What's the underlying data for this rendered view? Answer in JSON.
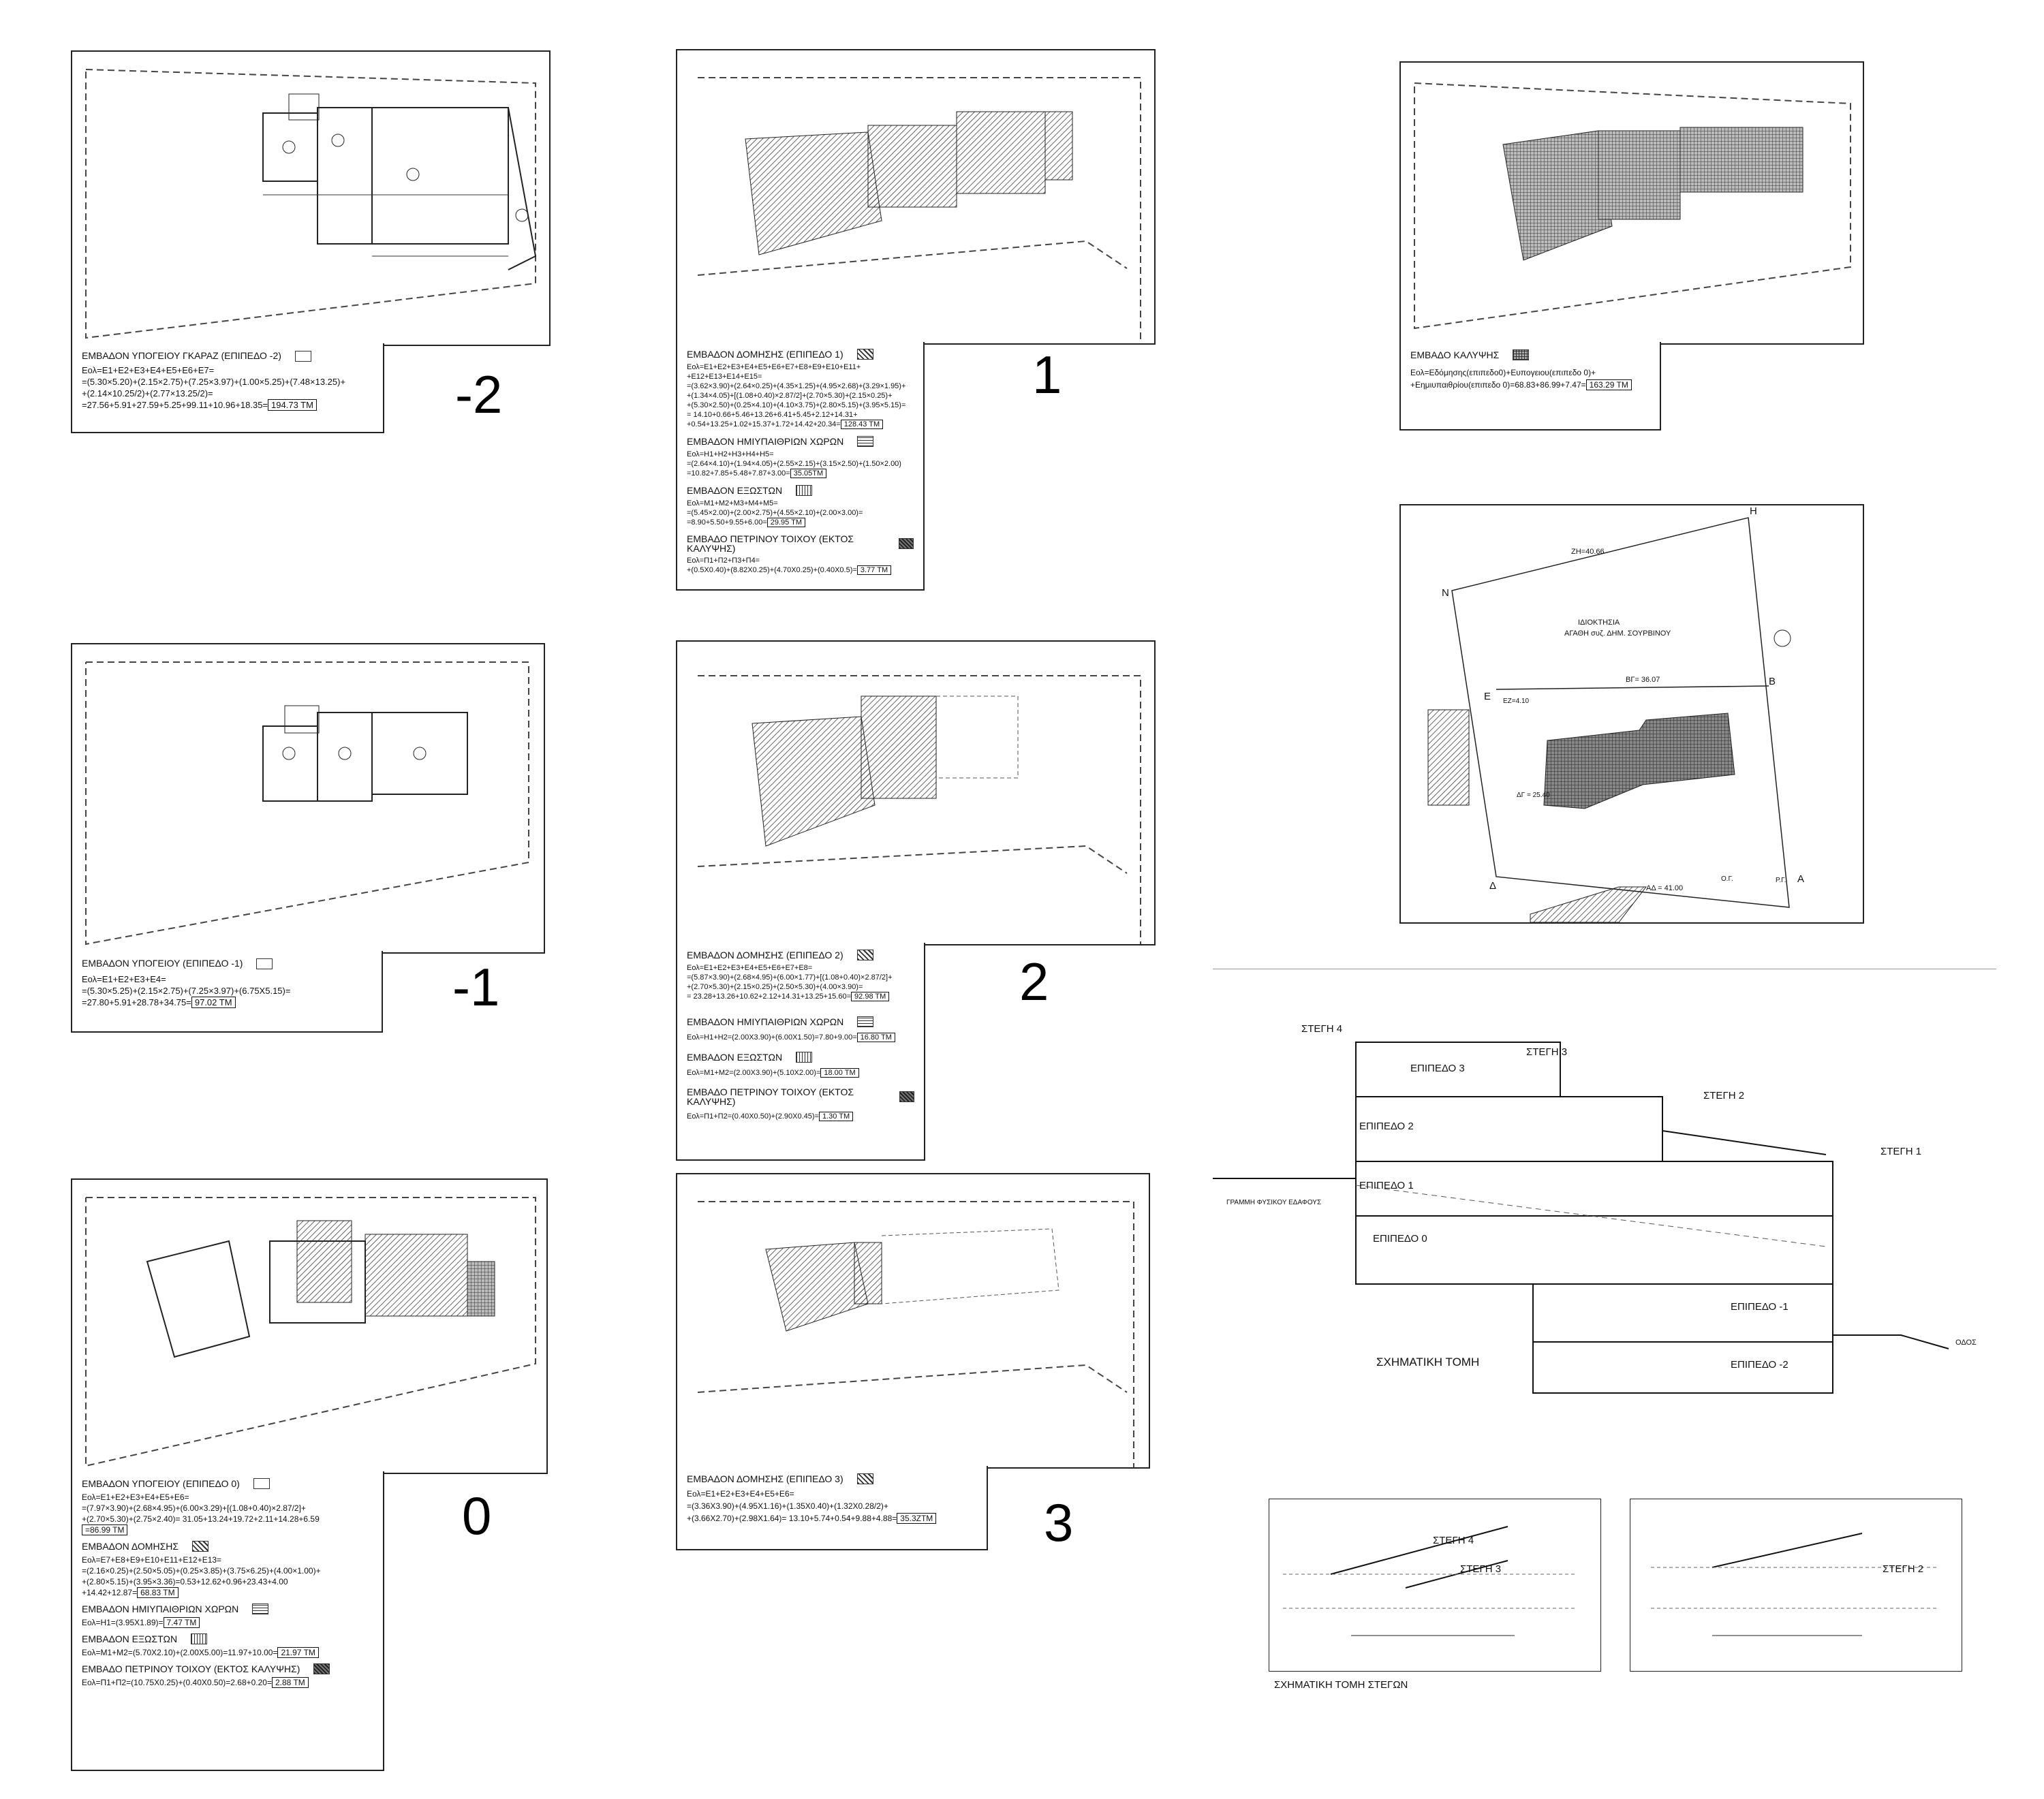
{
  "sheets": {
    "s_minus2": {
      "number": "-2",
      "legend": [
        {
          "title": "ΕΜΒΑΔΟΝ ΥΠΟΓΕΙΟΥ ΓΚΑΡΑΖ (ΕΠΙΠΕΔΟ -2)",
          "swatch": "white",
          "lines": [
            "Εολ=Ε1+Ε2+Ε3+Ε4+Ε5+Ε6+Ε7=",
            "=(5.30×5.20)+(2.15×2.75)+(7.25×3.97)+(1.00×5.25)+(7.48×13.25)+",
            "+(2.14×10.25/2)+(2.77×13.25/2)=",
            "=27.56+5.91+27.59+5.25+99.11+10.96+18.35="
          ],
          "result": "194.73 ΤΜ"
        }
      ]
    },
    "s_minus1": {
      "number": "-1",
      "legend": [
        {
          "title": "ΕΜΒΑΔΟΝ ΥΠΟΓΕΙΟΥ  (ΕΠΙΠΕΔΟ -1)",
          "swatch": "white",
          "lines": [
            "Εολ=Ε1+Ε2+Ε3+Ε4=",
            "=(5.30×5.25)+(2.15×2.75)+(7.25×3.97)+(6.75X5.15)=",
            "=27.80+5.91+28.78+34.75="
          ],
          "result": "97.02  ΤΜ"
        }
      ]
    },
    "s_0": {
      "number": "0",
      "legend": [
        {
          "title": "ΕΜΒΑΔΟΝ ΥΠΟΓΕΙΟΥ  (ΕΠΙΠΕΔΟ 0)",
          "swatch": "white",
          "lines": [
            "Εολ=Ε1+Ε2+Ε3+Ε4+Ε5+Ε6=",
            "=(7.97×3.90)+(2.68×4.95)+(6.00×3.29)+[(1.08+0.40)×2.87/2]+",
            "+(2.70×5.30)+(2.75×2.40)= 31.05+13.24+19.72+2.11+14.28+6.59"
          ],
          "result": "=86.99 ΤΜ"
        },
        {
          "title": "ΕΜΒΑΔΟΝ ΔΟΜΗΣΗΣ",
          "swatch": "diag",
          "lines": [
            "Εολ=Ε7+Ε8+Ε9+Ε10+Ε11+Ε12+Ε13=",
            "=(2.16×0.25)+(2.50×5.05)+(0.25×3.85)+(3.75×6.25)+(4.00×1.00)+",
            "+(2.80×5.15)+(3.95×3.36)=0.53+12.62+0.96+23.43+4.00",
            "      +14.42+12.87="
          ],
          "result": "68.83  ΤΜ"
        },
        {
          "title": "ΕΜΒΑΔΟΝ ΗΜΙΥΠΑΙΘΡΙΩΝ ΧΩΡΩΝ",
          "swatch": "horiz",
          "lines": [
            "Εολ=Η1=(3.95X1.89)="
          ],
          "result": "7.47   ΤΜ"
        },
        {
          "title": "ΕΜΒΑΔΟΝ ΕΞΩΣΤΩΝ",
          "swatch": "vert",
          "lines": [
            "Εολ=Μ1+Μ2=(5.70X2.10)+(2.00X5.00)=11.97+10.00="
          ],
          "result": "21.97  ΤΜ"
        },
        {
          "title": "ΕΜΒΑΔΟ ΠΕΤΡΙΝΟΥ ΤΟΙΧΟΥ (ΕΚΤΟΣ ΚΑΛΥΨΗΣ)",
          "swatch": "dark",
          "lines": [
            "      Εολ=Π1+Π2=(10.75X0.25)+(0.40X0.50)=2.68+0.20="
          ],
          "result": "2.88  ΤΜ"
        }
      ]
    },
    "s_1": {
      "number": "1",
      "legend": [
        {
          "title": "ΕΜΒΑΔΟΝ ΔΟΜΗΣΗΣ (ΕΠΙΠΕΔΟ 1)",
          "swatch": "diag",
          "lines": [
            "Εολ=Ε1+Ε2+Ε3+Ε4+Ε5+Ε6+Ε7+Ε8+Ε9+Ε10+Ε11+",
            "                    +Ε12+Ε13+Ε14+Ε15=",
            "=(3.62×3.90)+(2.64×0.25)+(4.35×1.25)+(4.95×2.68)+(3.29×1.95)+",
            "+(1.34×4.05)+[(1.08+0.40)×2.87/2]+(2.70×5.30)+(2.15×0.25)+",
            "+(5.30×2.50)+(0.25×4.10)+(4.10×3.75)+(2.80×5.15)+(3.95×5.15)=",
            "= 14.10+0.66+5.46+13.26+6.41+5.45+2.12+14.31+",
            "+0.54+13.25+1.02+15.37+1.72+14.42+20.34="
          ],
          "result": "128.43 ΤΜ"
        },
        {
          "title": "ΕΜΒΑΔΟΝ ΗΜΙΥΠΑΙΘΡΙΩΝ ΧΩΡΩΝ",
          "swatch": "horiz",
          "lines": [
            "Εολ=Η1+Η2+Η3+Η4+Η5=",
            "=(2.64×4.10)+(1.94×4.05)+(2.55×2.15)+(3.15×2.50)+(1.50×2.00)",
            "=10.82+7.85+5.48+7.87+3.00="
          ],
          "result": "35.05ΤΜ"
        },
        {
          "title": "ΕΜΒΑΔΟΝ ΕΞΩΣΤΩΝ",
          "swatch": "vert",
          "lines": [
            "Εολ=Μ1+Μ2+Μ3+Μ4+Μ5=",
            "=(5.45×2.00)+(2.00×2.75)+(4.55×2.10)+(2.00×3.00)=",
            "=8.90+5.50+9.55+6.00="
          ],
          "result": "29.95  ΤΜ"
        },
        {
          "title": "ΕΜΒΑΔΟ ΠΕΤΡΙΝΟΥ ΤΟΙΧΟΥ (ΕΚΤΟΣ ΚΑΛΥΨΗΣ)",
          "swatch": "dark",
          "lines": [
            "Εολ=Π1+Π2+Π3+Π4=",
            "      +(0.5X0.40)+(8.82X0.25)+(4.70X0.25)+(0.40X0.5)="
          ],
          "result": "3.77  ΤΜ"
        }
      ]
    },
    "s_2": {
      "number": "2",
      "legend": [
        {
          "title": "ΕΜΒΑΔΟΝ ΔΟΜΗΣΗΣ (ΕΠΙΠΕΔΟ 2)",
          "swatch": "diag",
          "lines": [
            "Εολ=Ε1+Ε2+Ε3+Ε4+Ε5+Ε6+Ε7+Ε8=",
            "=(5.87×3.90)+(2.68×4.95)+(6.00×1.77)+[(1.08+0.40)×2.87/2]+",
            "+(2.70×5.30)+(2.15×0.25)+(2.50×5.30)+(4.00×3.90)=",
            "= 23.28+13.26+10.62+2.12+14.31+13.25+15.60="
          ],
          "result": "92.98  ΤΜ"
        },
        {
          "title": "ΕΜΒΑΔΟΝ ΗΜΙΥΠΑΙΘΡΙΩΝ ΧΩΡΩΝ",
          "swatch": "horiz",
          "lines": [
            "Εολ=Η1+Η2=(2.00X3.90)+(6.00X1.50)=7.80+9.00="
          ],
          "result": "16.80  ΤΜ"
        },
        {
          "title": "ΕΜΒΑΔΟΝ ΕΞΩΣΤΩΝ",
          "swatch": "vert",
          "lines": [
            "Εολ=Μ1+Μ2=(2.00X3.90)+(5.10X2.00)="
          ],
          "result": "18.00  ΤΜ"
        },
        {
          "title": "ΕΜΒΑΔΟ ΠΕΤΡΙΝΟΥ ΤΟΙΧΟΥ (ΕΚΤΟΣ ΚΑΛΥΨΗΣ)",
          "swatch": "dark",
          "lines": [
            "Εολ=Π1+Π2=(0.40X0.50)+(2.90X0.45)="
          ],
          "result": "1.30   ΤΜ"
        }
      ]
    },
    "s_3": {
      "number": "3",
      "legend": [
        {
          "title": "ΕΜΒΑΔΟΝ ΔΟΜΗΣΗΣ (ΕΠΙΠΕΔΟ 3)",
          "swatch": "diag",
          "lines": [
            "Εολ=Ε1+Ε2+Ε3+Ε4+Ε5+Ε6=",
            "=(3.36X3.90)+(4.95X1.16)+(1.35X0.40)+(1.32X0.28/2)+",
            "+(3.66X2.70)+(2.98X1.64)=  13.10+5.74+0.54+9.88+4.88="
          ],
          "result": "35.3ΖΤΜ"
        }
      ]
    },
    "s_cover": {
      "legend": [
        {
          "title": "ΕΜΒΑΔΟ ΚΑΛΥΨΗΣ",
          "swatch": "grid",
          "lines": [
            "Εολ=Εδόμησης(επιπεδο0)+Ευπογειου(επιπεδο 0)+",
            "+Εημιυπαιθρίου(επιπεδο 0)=68.83+86.99+7.47="
          ],
          "result": "163.29  ΤΜ"
        }
      ]
    }
  },
  "site": {
    "owner_line1": "ΙΔΙΟΚΤΗΣΙΑ",
    "owner_line2": "ΑΓΑΘΗ συζ. ΔΗΜ. ΣΟΥΡΒΙΝΟΥ",
    "dims": {
      "zh": "ΖΗ=40.66",
      "bg": "ΒΓ= 36.07",
      "ez": "ΕΖ=4.10",
      "ad": "ΑΔ = 41.00",
      "dg": "ΔΓ = 25.40",
      "og": "Ο.Γ.",
      "rg": "Ρ.Γ."
    },
    "points": {
      "h": "Η",
      "n": "Ν",
      "e": "Ε",
      "b": "Β",
      "a": "Α",
      "d": "Δ"
    }
  },
  "section": {
    "title": "ΣΧΗΜΑΤΙΚΗ ΤΟΜΗ",
    "levels": [
      "ΕΠΙΠΕΔΟ 3",
      "ΕΠΙΠΕΔΟ 2",
      "ΕΠΙΠΕΔΟ 1",
      "ΕΠΙΠΕΔΟ 0",
      "ΕΠΙΠΕΔΟ -1",
      "ΕΠΙΠΕΔΟ -2"
    ],
    "roofs": [
      "ΣΤΕΓΗ 4",
      "ΣΤΕΓΗ 3",
      "ΣΤΕΓΗ 2",
      "ΣΤΕΓΗ 1"
    ],
    "ground": "ΓΡΑΜΜΗ ΦΥΣΙΚΟΥ ΕΔΑΦΟΥΣ",
    "road": "ΟΔΟΣ"
  },
  "roof_section": {
    "title": "ΣΧΗΜΑΤΙΚΗ ΤΟΜΗ ΣΤΕΓΩΝ",
    "left_labels": [
      "ΣΤΕΓΗ 4",
      "ΣΤΕΓΗ 3"
    ],
    "right_label": "ΣΤΕΓΗ 2"
  }
}
